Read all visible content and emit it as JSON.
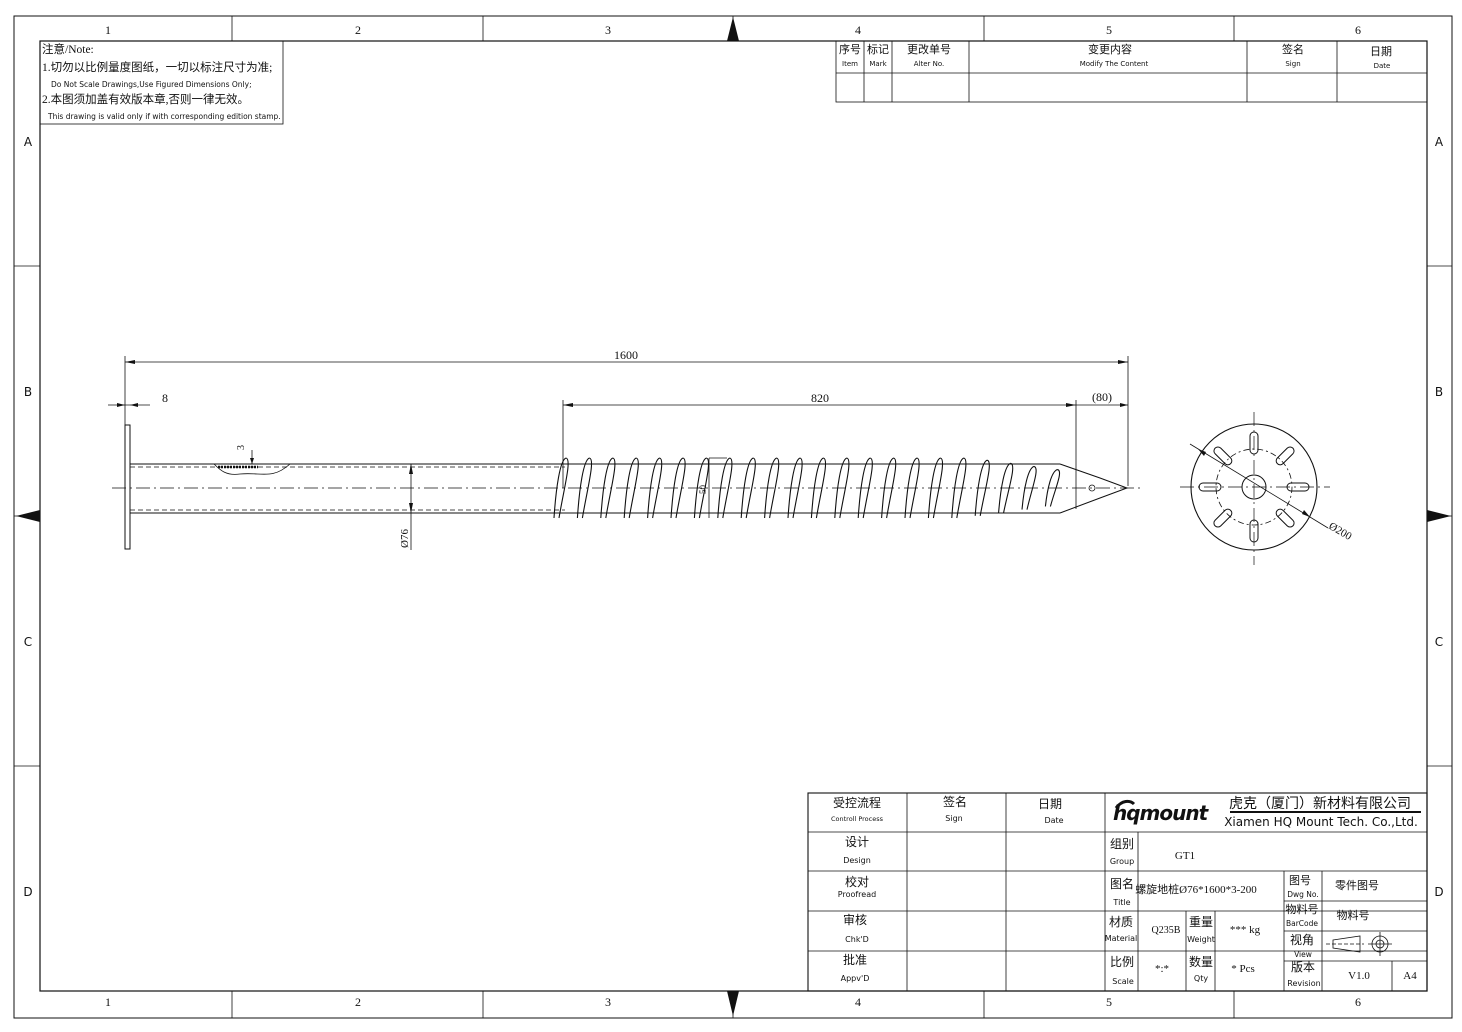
{
  "frame": {
    "col_labels": [
      "1",
      "2",
      "3",
      "4",
      "5",
      "6"
    ],
    "row_labels": [
      "A",
      "B",
      "C",
      "D"
    ]
  },
  "note": {
    "title": "注意/Note:",
    "line1_cn": "1.切勿以比例量度图纸，一切以标注尺寸为准;",
    "line1_en": "Do Not Scale Drawings,Use Figured Dimensions Only;",
    "line2_cn": "2.本图须加盖有效版本章,否则一律无效。",
    "line2_en": "This drawing is valid only if with corresponding edition stamp."
  },
  "revision_table": {
    "headers": [
      {
        "cn": "序号",
        "en": "Item"
      },
      {
        "cn": "标记",
        "en": "Mark"
      },
      {
        "cn": "更改单号",
        "en": "Alter No."
      },
      {
        "cn": "变更内容",
        "en": "Modify The Content"
      },
      {
        "cn": "签名",
        "en": "Sign"
      },
      {
        "cn": "日期",
        "en": "Date"
      }
    ]
  },
  "dimensions": {
    "overall_length": "1600",
    "plate_thickness": "8",
    "helix_length": "820",
    "tip_length": "(80)",
    "wall_thickness": "3",
    "pipe_diameter": "Ø76",
    "helix_pitch": "50",
    "flange_diameter": "Ø200"
  },
  "title_block": {
    "control": {
      "cn": "受控流程",
      "en": "Controll Process"
    },
    "sign": {
      "cn": "签名",
      "en": "Sign"
    },
    "date": {
      "cn": "日期",
      "en": "Date"
    },
    "rows": [
      {
        "cn": "设计",
        "en": "Design"
      },
      {
        "cn": "校对",
        "en": "Proofread"
      },
      {
        "cn": "审核",
        "en": "Chk'D"
      },
      {
        "cn": "批准",
        "en": "Appv'D"
      }
    ],
    "logo_text": "hqmount",
    "company_cn": "虎克（厦门）新材料有限公司",
    "company_en": "Xiamen HQ Mount Tech. Co.,Ltd.",
    "group_label": {
      "cn": "组别",
      "en": "Group"
    },
    "group_value": "GT1",
    "title_label": {
      "cn": "图名",
      "en": "Title"
    },
    "title_value": "螺旋地桩Ø76*1600*3-200",
    "dwg_label": {
      "cn": "图号",
      "en": "Dwg No."
    },
    "dwg_value": "零件图号",
    "barcode_label": {
      "cn": "物料号",
      "en": "BarCode"
    },
    "barcode_value": "物料号",
    "material_label": {
      "cn": "材质",
      "en": "Material"
    },
    "material_value": "Q235B",
    "weight_label": {
      "cn": "重量",
      "en": "Weight"
    },
    "weight_value": "*** kg",
    "view_label": {
      "cn": "视角",
      "en": "View"
    },
    "scale_label": {
      "cn": "比例",
      "en": "Scale"
    },
    "scale_value": "*:*",
    "qty_label": {
      "cn": "数量",
      "en": "Qty"
    },
    "qty_value": "* Pcs",
    "revision_label": {
      "cn": "版本",
      "en": "Revision"
    },
    "revision_value": "V1.0",
    "size_value": "A4"
  }
}
